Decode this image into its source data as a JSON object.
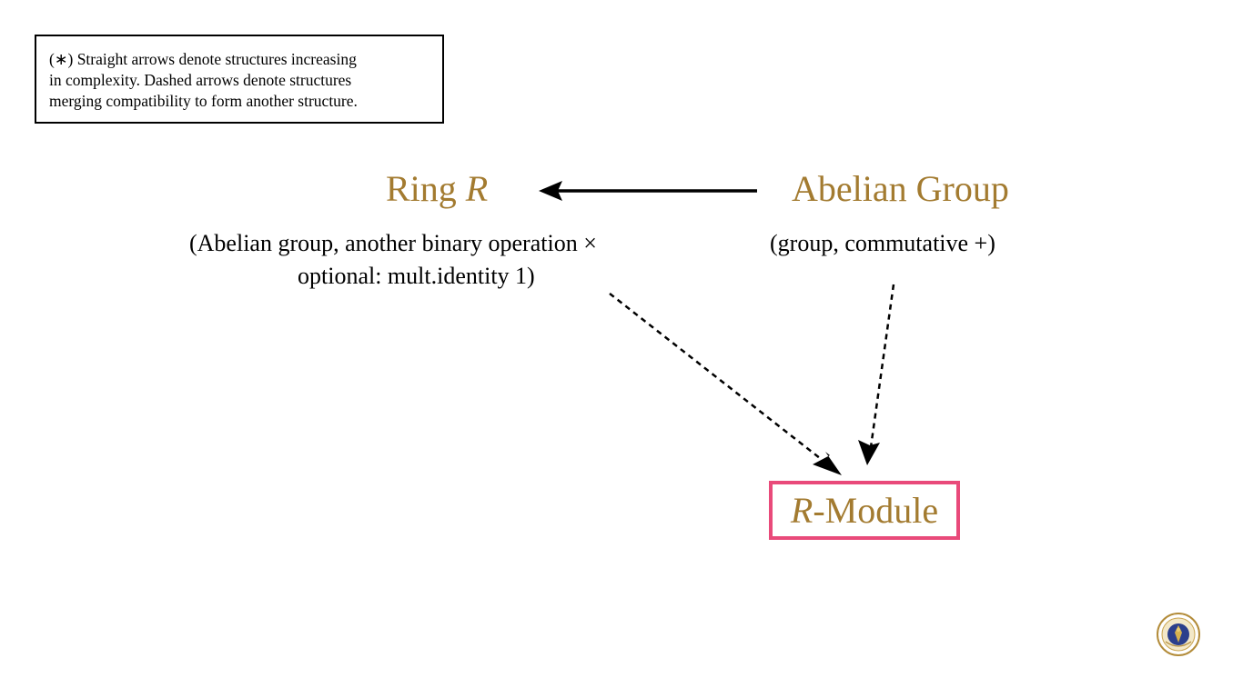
{
  "note": {
    "lines": [
      "(∗) Straight arrows denote structures increasing",
      "in complexity. Dashed arrows denote structures",
      "merging compatibility to form another structure."
    ]
  },
  "ring": {
    "title_prefix": "Ring ",
    "title_var": "R",
    "desc_line1": "(Abelian group, another binary operation ×",
    "desc_line2": "optional: mult.identity 1)"
  },
  "abelian": {
    "title": "Abelian Group",
    "desc": "(group, commutative +)"
  },
  "module": {
    "title_var": "R",
    "title_suffix": "-Module"
  },
  "colors": {
    "title": "#a37b30",
    "module_border": "#e94a7a",
    "text": "#000000"
  },
  "logo": {
    "icon": "university-seal-icon"
  }
}
